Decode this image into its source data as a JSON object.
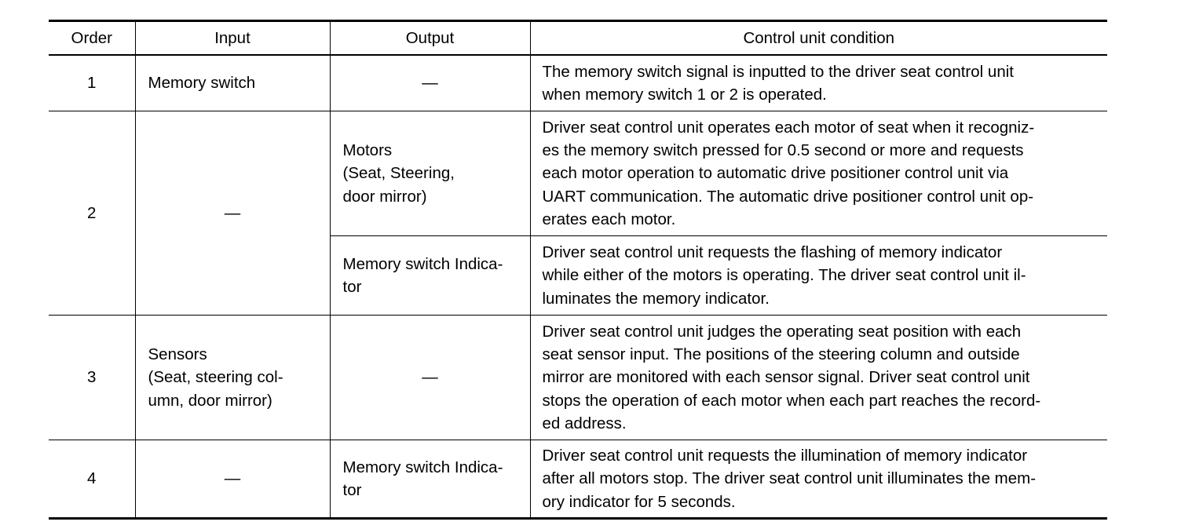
{
  "table": {
    "headers": {
      "order": "Order",
      "input": "Input",
      "output": "Output",
      "condition": "Control unit condition"
    },
    "rows": [
      {
        "order": "1",
        "input": "Memory switch",
        "output": "—",
        "condition": "The memory switch signal is inputted to the driver seat control unit\nwhen memory switch 1 or 2 is operated."
      },
      {
        "order": "2",
        "input": "—",
        "outputs": [
          {
            "output": "Motors\n(Seat, Steering,\ndoor mirror)",
            "condition": "Driver seat control unit operates each motor of seat when it recogniz-\nes the memory switch pressed for 0.5 second or more and requests\neach motor operation to automatic drive positioner control unit via\nUART communication. The automatic drive positioner control unit op-\nerates each motor."
          },
          {
            "output": "Memory switch Indica-\ntor",
            "condition": "Driver seat control unit requests the flashing of memory indicator\nwhile either of the motors is operating. The driver seat control unit il-\nluminates the memory indicator."
          }
        ]
      },
      {
        "order": "3",
        "input": "Sensors\n(Seat, steering col-\numn, door mirror)",
        "output": "—",
        "condition": "Driver seat control unit judges the operating seat position with each\nseat sensor input. The positions of the steering column and outside\nmirror are monitored with each sensor signal. Driver seat control unit\nstops the operation of each motor when each part reaches the record-\ned address."
      },
      {
        "order": "4",
        "input": "—",
        "output": "Memory switch Indica-\ntor",
        "condition": "Driver seat control unit requests the illumination of memory indicator\nafter all motors stop. The driver seat control unit illuminates the mem-\nory indicator for 5 seconds."
      }
    ]
  }
}
